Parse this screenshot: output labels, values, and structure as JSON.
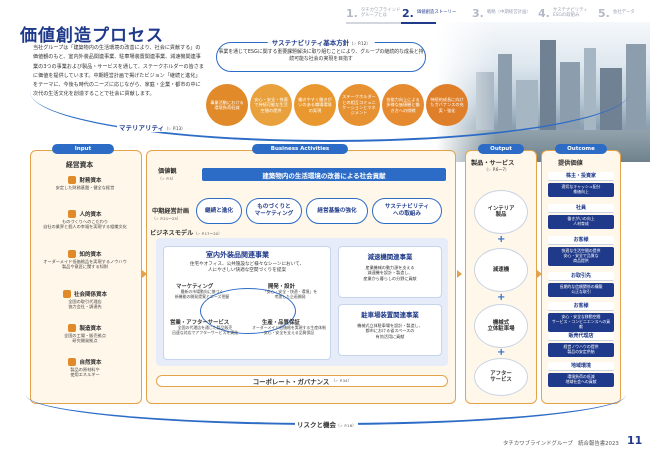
{
  "nav": {
    "steps": [
      {
        "num": "1.",
        "label": "タチカワブラインド\nグループとは"
      },
      {
        "num": "2.",
        "label": "価値創造ストーリー"
      },
      {
        "num": "3.",
        "label": "戦略（中期経営計画）"
      },
      {
        "num": "4.",
        "label": "サステナビリティ\nESGの取組み"
      },
      {
        "num": "5.",
        "label": "会社データ"
      }
    ]
  },
  "title": "価値創造プロセス",
  "intro": "当社グループは「建築物内の生活環境の改善により、社会に貢献する」の価値観のもと、室内外装品関連事業、駐車場装置関連事業、減速機関連事業の3つの事業および製品・サービスを通して、ステークホルダーの皆さまに価値を提供しています。中期経営計画で掲げたビジョン「継続と進化」をテーマに、今後も時代のニーズに応じながら、家庭・企業・都市の中に次代の生活文化を創造することで社会に貢献します。",
  "sustainability": {
    "title": "サステナビリティ基本方針",
    "ref": "（☞ P.12）",
    "text": "事業を通じてESGに関する重要課題解決に取り組むことにより、グループの継続的な成長と持続可能な社会の実現を目指す"
  },
  "materiality": {
    "label": "マテリアリティ",
    "ref": "（☞ P.13）",
    "items": [
      {
        "text": "事業活動における環境負荷低減",
        "color": "#e08a2a"
      },
      {
        "text": "安心・安全・快適で持続可能な生活空間の提供",
        "color": "#e8a13c"
      },
      {
        "text": "働きやすく働きがいのある職場環境の実現",
        "color": "#e9982f"
      },
      {
        "text": "ステークホルダーとの相互コミュニケーションとマネジメント",
        "color": "#e69132"
      },
      {
        "text": "技能力向上による多様な価値観と働き方への挑戦",
        "color": "#e58a2e"
      },
      {
        "text": "持続的成長に向けたガバナンスの充実・強化",
        "color": "#e07f2a"
      }
    ]
  },
  "heads": {
    "input": "Input",
    "activities": "Business Activities",
    "output": "Output",
    "outcome": "Outcome"
  },
  "input": {
    "title": "経営資本",
    "items": [
      {
        "title": "財務資本",
        "desc": "安定した財務基盤・健全な経営"
      },
      {
        "title": "人的資本",
        "desc": "ものづくりへのこだわり\n自社の業界と個人の幸福を実現する組織文化"
      },
      {
        "title": "知的資本",
        "desc": "オーダーメイド低価格品を実現するノウハウ\n製品や意匠に関する知財"
      },
      {
        "title": "社会関係資本",
        "desc": "全国の取引代理店\n協力会社・調達先"
      },
      {
        "title": "製造資本",
        "desc": "全国の工場・販売拠点\n研究開発拠点"
      },
      {
        "title": "自然資本",
        "desc": "製品の原材料や\n使用エネルギー"
      }
    ]
  },
  "activities": {
    "value_label": "価値観",
    "value_ref": "（☞ P.3）",
    "value_text": "建築物内の生活環境の改善による社会貢献",
    "plan_label": "中期経営計画",
    "plan_ref": "（☞ P.21〜25）",
    "plan_items": [
      "継続と進化",
      "ものづくりと\nマーケティング",
      "経営基盤の強化",
      "サステナビリティ\nへの取組み"
    ],
    "bm_label": "ビジネスモデル",
    "bm_ref": "（☞ P.17〜20）",
    "bm_main_title": "室内外装品関連事業",
    "bm_main_desc": "住宅やオフィス、公共施設など様々なシーンにおいて、\n人にやさしい快適な空間づくりを提案",
    "bm_cycle": [
      {
        "title": "マーケティング",
        "desc": "最新の市場動向に基づく\n新機能の開発提案とニーズ把握"
      },
      {
        "title": "開発・設計",
        "desc": "「安心・安全・快適・環境」を\n考慮した企画開発"
      },
      {
        "title": "営業・アフターサービス",
        "desc": "全国の代理店を通じた製品販売\n迅速な対応でアフターサービスを実施"
      },
      {
        "title": "生産・品質保証",
        "desc": "オーダーメイド低価格を実現する生産体制\n安心・安全を支える品質保証"
      }
    ],
    "bm_right": [
      {
        "title": "減速機関連事業",
        "desc": "産業機械の動力源を支える\n減速機を設計・製造し、\n産業から暮らしの分野に貢献"
      },
      {
        "title": "駐車場装置関連事業",
        "desc": "機械式立体駐車場を設計・製造し、\n都市における省スペースの\n有効活用に貢献"
      }
    ],
    "gov_label": "コーポレート・ガバナンス",
    "gov_ref": "（☞ P.34）"
  },
  "output": {
    "title": "製品・サービス",
    "ref": "（☞ P.6〜7）",
    "items": [
      "インテリア\n製品",
      "減速機",
      "機械式\n立体駐車場",
      "アフター\nサービス"
    ]
  },
  "outcome": {
    "title": "提供価値",
    "items": [
      {
        "title": "株主・投資家",
        "desc": "適切なキャッシュ配分\n株価向上"
      },
      {
        "title": "社員",
        "desc": "働きがいの向上\n人材育成"
      },
      {
        "title": "お客様",
        "desc": "快適な生活空間の提供\n安心・安全で品質な\n商品提供"
      },
      {
        "title": "お取引先",
        "desc": "長期的な信頼関係の構築\n公正な取引"
      },
      {
        "title": "お客様",
        "desc": "安心・安全な移動空間\nサービス・コンビニエンスへの貢献"
      },
      {
        "title": "販売代理店",
        "desc": "経営ノウハウの提供\n製品の安定供給"
      },
      {
        "title": "地域環境",
        "desc": "環境負荷の低減\n地域社会への貢献"
      }
    ]
  },
  "risk": {
    "label": "リスクと機会",
    "ref": "（☞ P.16）"
  },
  "footer": {
    "text": "タチカワブラインドグループ　統合報告書2023",
    "page": "11"
  }
}
